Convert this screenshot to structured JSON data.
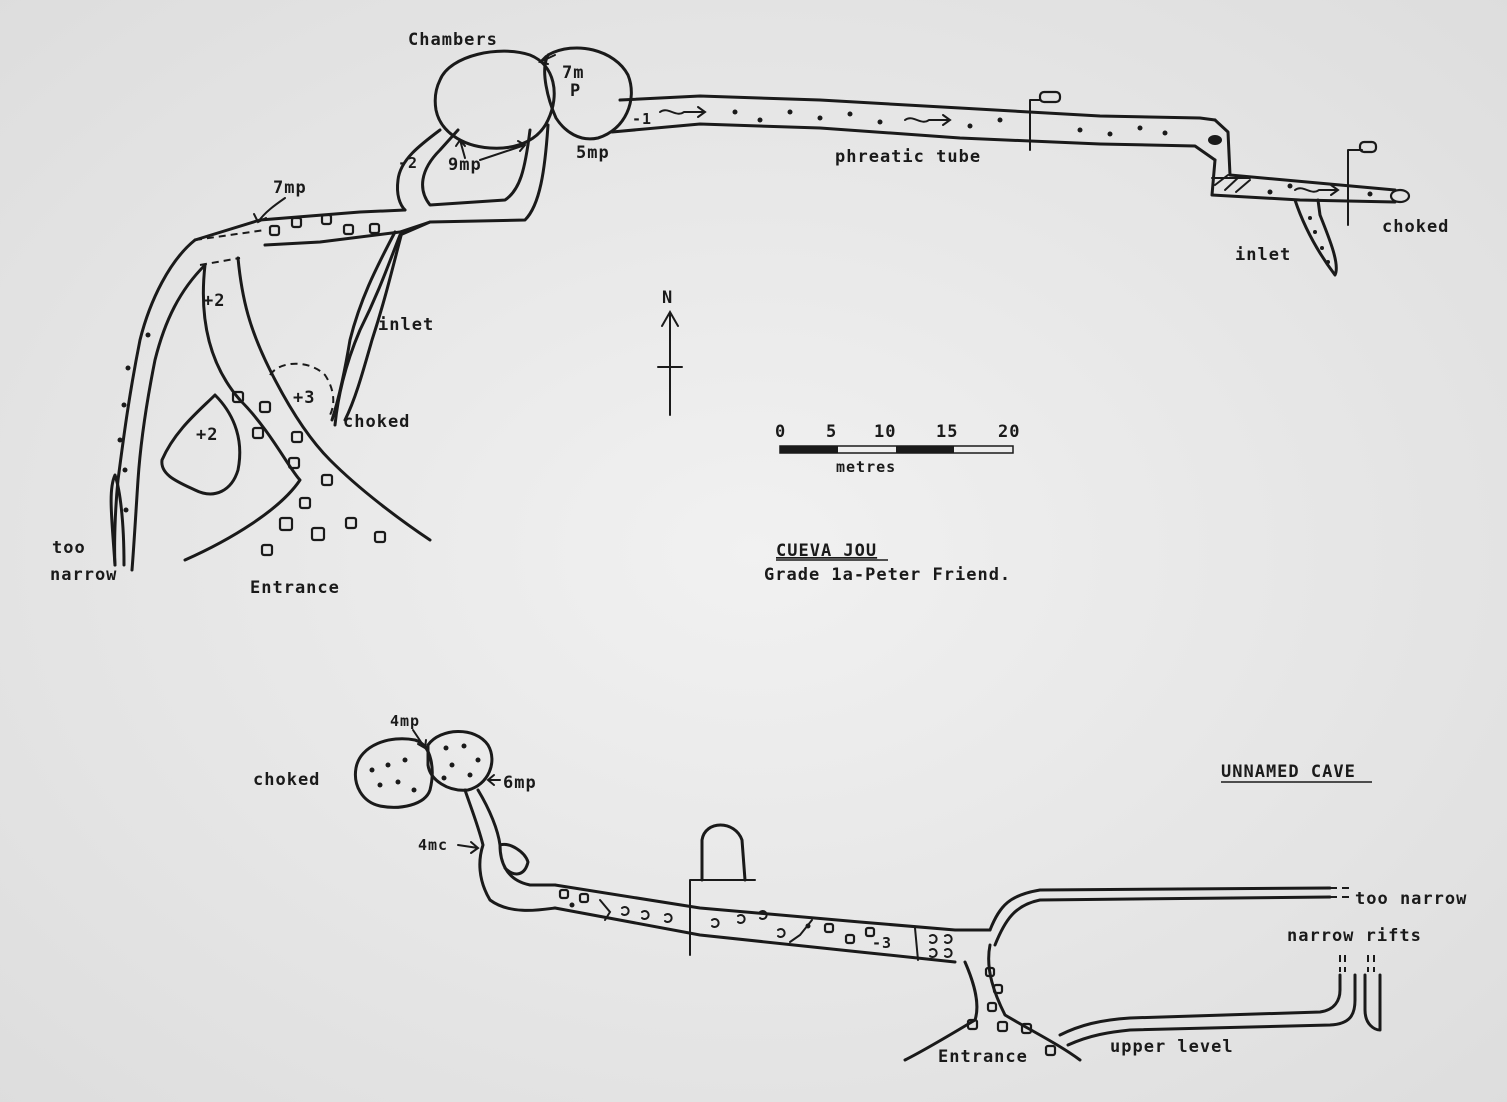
{
  "colors": {
    "paper": "#ececec",
    "ink": "#1a1a1a"
  },
  "cueva_jou": {
    "title": "CUEVA JOU",
    "credit": "Grade 1a-Peter Friend.",
    "labels": {
      "chambers": "Chambers",
      "seven_m_p": "7m",
      "seven_m_p2": "P",
      "minus_one": "-1",
      "minus_two": "-2",
      "nine_mp": "9mp",
      "five_mp": "5mp",
      "seven_mp": "7mp",
      "phreatic_tube": "phreatic tube",
      "inlet_east": "inlet",
      "choked_east": "choked",
      "inlet_west": "inlet",
      "choked_west": "choked",
      "plus_two_a": "+2",
      "plus_two_b": "+2",
      "plus_three": "+3",
      "too": "too",
      "narrow": "narrow",
      "entrance": "Entrance"
    },
    "north": "N",
    "scale": {
      "ticks": [
        "0",
        "5",
        "10",
        "15",
        "20"
      ],
      "unit": "metres"
    }
  },
  "unnamed_cave": {
    "title": "UNNAMED CAVE",
    "labels": {
      "four_mp": "4mp",
      "six_mp": "6mp",
      "four_mc": "4mc",
      "choked": "choked",
      "minus_three": "-3",
      "too_narrow": "too narrow",
      "narrow_rifts": "narrow rifts",
      "entrance": "Entrance",
      "upper_level": "upper level"
    }
  }
}
